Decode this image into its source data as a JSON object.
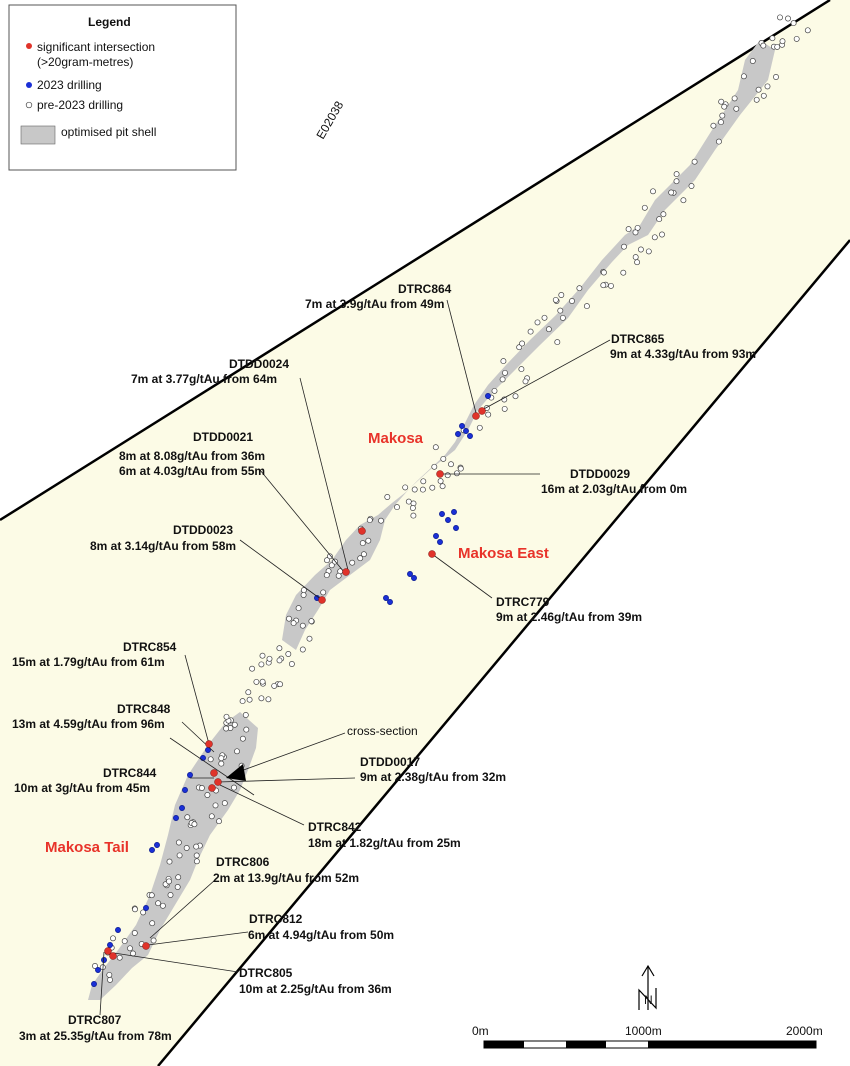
{
  "legend": {
    "title": "Legend",
    "items": [
      {
        "label": "significant intersection",
        "sub": "(>20gram-metres)",
        "color": "#e0332a"
      },
      {
        "label": "2023 drilling",
        "color": "#1a2fd6"
      },
      {
        "label": "pre-2023 drilling",
        "color": "#ffffff"
      },
      {
        "label": "optimised pit shell",
        "color": "#c8c8c8"
      }
    ]
  },
  "tenement": "E02038",
  "places": {
    "makosa": "Makosa",
    "makosa_east": "Makosa East",
    "makosa_tail": "Makosa Tail"
  },
  "cross_section": "cross-section",
  "north_label": "N",
  "scale": {
    "l0": "0m",
    "l1": "1000m",
    "l2": "2000m"
  },
  "colors": {
    "zone": "#fcfbe6",
    "pit": "#c8c8c8",
    "significant": "#e0332a",
    "drill2023": "#1a2fd6"
  },
  "intercepts": {
    "dtrc864": {
      "hole": "DTRC864",
      "l1": "7m at 3.9g/tAu from 49m"
    },
    "dtrc865": {
      "hole": "DTRC865",
      "l1": "9m at 4.33g/tAu from 93m"
    },
    "dtdd0024": {
      "hole": "DTDD0024",
      "l1": "7m at 3.77g/tAu from 64m"
    },
    "dtdd0021": {
      "hole": "DTDD0021",
      "l1": "8m at 8.08g/tAu from 36m",
      "l2": "6m at 4.03g/tAu from 55m"
    },
    "dtdd0029": {
      "hole": "DTDD0029",
      "l1": "16m at 2.03g/tAu from 0m"
    },
    "dtdd0023": {
      "hole": "DTDD0023",
      "l1": "8m at 3.14g/tAu from 58m"
    },
    "dtrc779": {
      "hole": "DTRC779",
      "l1": "9m at 2.46g/tAu from 39m"
    },
    "dtrc854": {
      "hole": "DTRC854",
      "l1": "15m at 1.79g/tAu from 61m"
    },
    "dtrc848": {
      "hole": "DTRC848",
      "l1": "13m at 4.59g/tAu from 96m"
    },
    "dtdd0017": {
      "hole": "DTDD0017",
      "l1": "9m at 2.38g/tAu from 32m"
    },
    "dtrc844": {
      "hole": "DTRC844",
      "l1": "10m at 3g/tAu from 45m"
    },
    "dtrc842": {
      "hole": "DTRC842",
      "l1": "18m at 1.82g/tAu from 25m"
    },
    "dtrc806": {
      "hole": "DTRC806",
      "l1": "2m at 13.9g/tAu from 52m"
    },
    "dtrc812": {
      "hole": "DTRC812",
      "l1": "6m at 4.94g/tAu from 50m"
    },
    "dtrc805": {
      "hole": "DTRC805",
      "l1": "10m at 2.25g/tAu from 36m"
    },
    "dtrc807": {
      "hole": "DTRC807",
      "l1": "3m at 25.35g/tAu from 78m"
    }
  }
}
